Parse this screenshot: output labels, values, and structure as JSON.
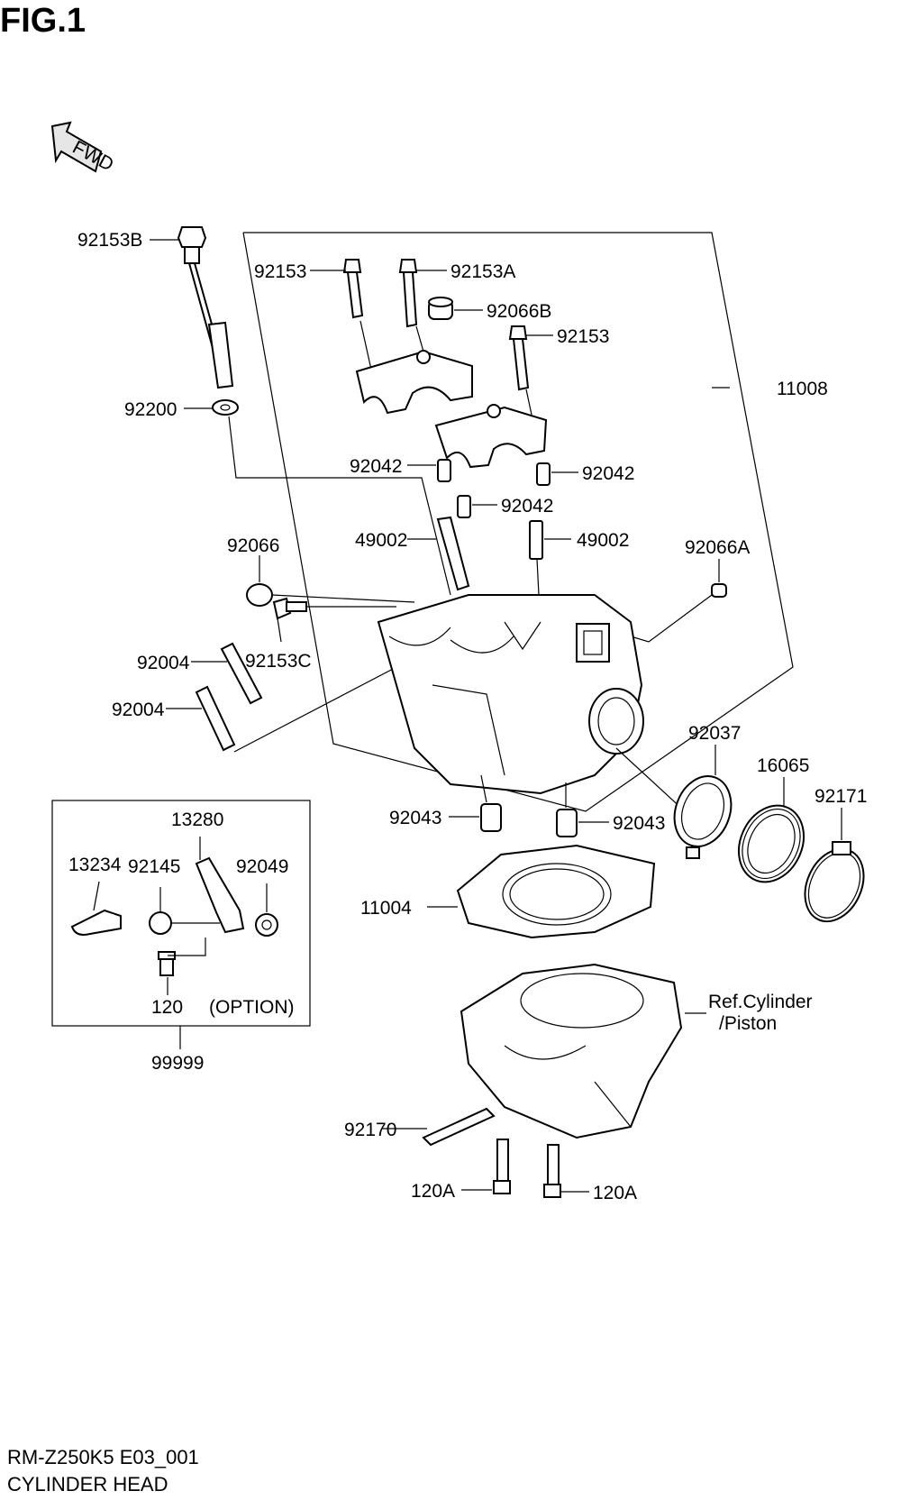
{
  "figure": {
    "title": "FIG.1",
    "fwd_label": "FWD",
    "code": "RM-Z250K5 E03_001",
    "name": "CYLINDER HEAD"
  },
  "callouts": {
    "p92153B": "92153B",
    "p92153_l": "92153",
    "p92153A": "92153A",
    "p92066B": "92066B",
    "p92153_r": "92153",
    "p11008": "11008",
    "p92200": "92200",
    "p92042_l": "92042",
    "p92042_r": "92042",
    "p92042_c": "92042",
    "p49002_l": "49002",
    "p49002_r": "49002",
    "p92066": "92066",
    "p92066A": "92066A",
    "p92004_a": "92004",
    "p92153C": "92153C",
    "p92004_b": "92004",
    "p92037": "92037",
    "p16065": "16065",
    "p92171": "92171",
    "p92043_l": "92043",
    "p92043_r": "92043",
    "p11004": "11004",
    "p13280": "13280",
    "p13234": "13234",
    "p92145": "92145",
    "p92049": "92049",
    "p120": "120",
    "option": "(OPTION)",
    "p99999": "99999",
    "ref_line1": "Ref.Cylinder",
    "ref_line2": "/Piston",
    "p92170": "92170",
    "p120A_l": "120A",
    "p120A_r": "120A"
  }
}
